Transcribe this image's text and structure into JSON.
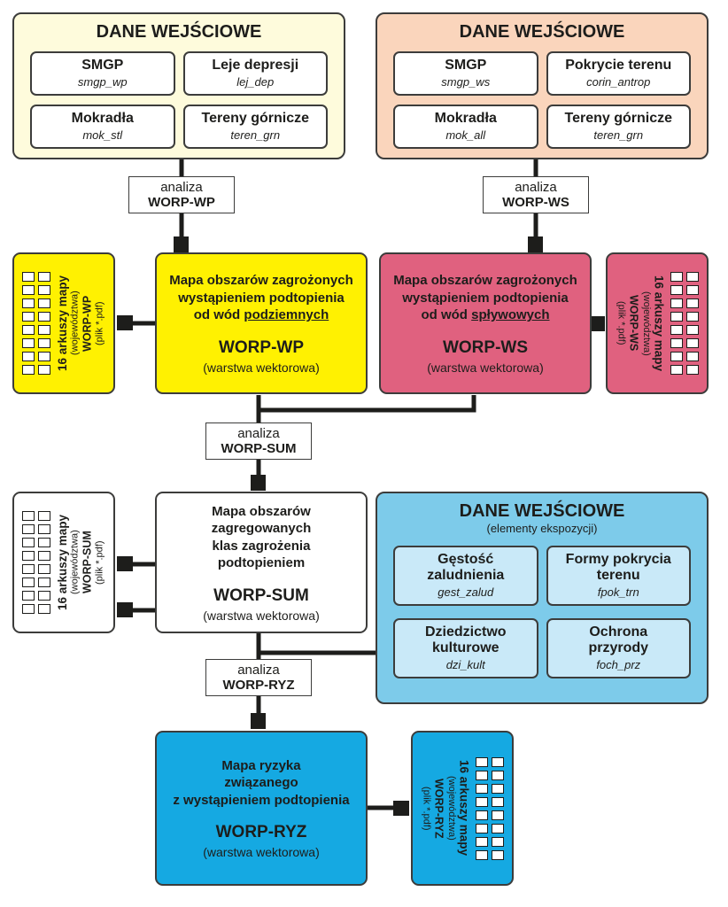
{
  "panels": {
    "input_wp": {
      "title": "DANE WEJŚCIOWE",
      "items": [
        {
          "name": "SMGP",
          "code": "smgp_wp"
        },
        {
          "name": "Leje depresji",
          "code": "lej_dep"
        },
        {
          "name": "Mokradła",
          "code": "mok_stl"
        },
        {
          "name": "Tereny górnicze",
          "code": "teren_grn"
        }
      ]
    },
    "input_ws": {
      "title": "DANE WEJŚCIOWE",
      "items": [
        {
          "name": "SMGP",
          "code": "smgp_ws"
        },
        {
          "name": "Pokrycie terenu",
          "code": "corin_antrop"
        },
        {
          "name": "Mokradła",
          "code": "mok_all"
        },
        {
          "name": "Tereny górnicze",
          "code": "teren_grn"
        }
      ]
    },
    "input_exp": {
      "title": "DANE WEJŚCIOWE",
      "subtitle": "(elementy ekspozycji)",
      "items": [
        {
          "name": "Gęstość zaludnienia",
          "code": "gest_zalud"
        },
        {
          "name": "Formy pokrycia terenu",
          "code": "fpok_trn"
        },
        {
          "name": "Dziedzictwo kulturowe",
          "code": "dzi_kult"
        },
        {
          "name": "Ochrona przyrody",
          "code": "foch_prz"
        }
      ]
    }
  },
  "process": {
    "worp_wp": {
      "label": "analiza",
      "name": "WORP-WP"
    },
    "worp_ws": {
      "label": "analiza",
      "name": "WORP-WS"
    },
    "worp_sum": {
      "label": "analiza",
      "name": "WORP-SUM"
    },
    "worp_ryz": {
      "label": "analiza",
      "name": "WORP-RYZ"
    }
  },
  "maps": {
    "worp_wp": {
      "line1": "Mapa obszarów zagrożonych",
      "line2": "wystąpieniem podtopienia",
      "line3_prefix": "od wód",
      "line3_underline": "podziemnych",
      "name": "WORP-WP",
      "layer": "(warstwa wektorowa)"
    },
    "worp_ws": {
      "line1": "Mapa obszarów zagrożonych",
      "line2": "wystąpieniem podtopienia",
      "line3_prefix": "od wód",
      "line3_underline": "spływowych",
      "name": "WORP-WS",
      "layer": "(warstwa wektorowa)"
    },
    "worp_sum": {
      "line1": "Mapa obszarów zagregowanych",
      "line2": "klas zagrożenia",
      "line3": "podtopieniem",
      "name": "WORP-SUM",
      "layer": "(warstwa wektorowa)"
    },
    "worp_ryz": {
      "line1": "Mapa ryzyka",
      "line2": "związanego",
      "line3": "z wystąpieniem podtopienia",
      "name": "WORP-RYZ",
      "layer": "(warstwa wektorowa)"
    }
  },
  "outputs": {
    "worp_wp": {
      "sheets": "16 arkuszy mapy",
      "region": "(województwa)",
      "name": "WORP-WP",
      "file": "(plik *.pdf)"
    },
    "worp_ws": {
      "sheets": "16 arkuszy mapy",
      "region": "(województwa)",
      "name": "WORP-WS",
      "file": "(plik *.pdf)"
    },
    "worp_sum": {
      "sheets": "16 arkuszy mapy",
      "region": "(województwa)",
      "name": "WORP-SUM",
      "file": "(plik *.pdf)"
    },
    "worp_ryz": {
      "sheets": "16 arkuszy mapy",
      "region": "(województwa)",
      "name": "WORP-RYZ",
      "file": "(plik *.pdf)"
    }
  },
  "sheet_count": 16,
  "colors": {
    "cream": "#fefbdc",
    "peach": "#fad5bc",
    "yellow": "#fff101",
    "pink": "#e0617f",
    "sky": "#7dcbea",
    "sky_light": "#c9e9f8",
    "blue": "#15a9e2",
    "border": "#3c3c3b",
    "line": "#1d1d1b"
  }
}
